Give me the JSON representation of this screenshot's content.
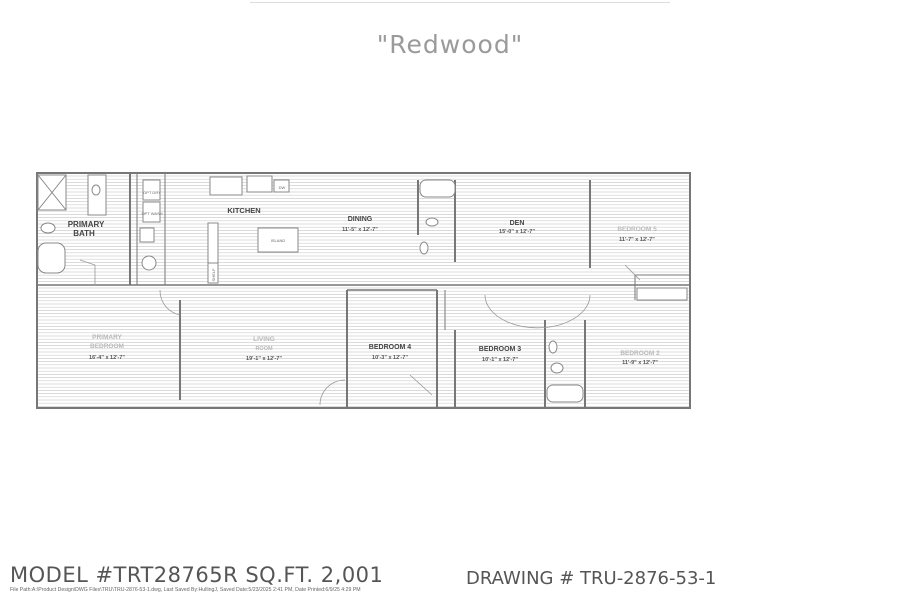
{
  "title": "\"Redwood\"",
  "model_line": "MODEL #TRT28765R  SQ.FT. 2,001",
  "file_info": "File Path:A:\\Product Design\\DWG Files\\TRU\\TRU-2876-53-1.dwg, Last Saved By:HullingJ, Saved Date:5/23/2025 2:41 PM, Date Printed:6/9/25 4:29 PM",
  "drawing_number": "DRAWING # TRU-2876-53-1",
  "rooms": {
    "primary_bath": {
      "line1": "PRIMARY",
      "line2": "BATH"
    },
    "kitchen": {
      "name": "KITCHEN"
    },
    "dining": {
      "name": "DINING",
      "dims": "11'-5\" x 12'-7\""
    },
    "den": {
      "name": "DEN",
      "dims": "15'-0\" x 12'-7\""
    },
    "bedroom5": {
      "name": "BEDROOM 5",
      "dims": "11'-7\" x 12'-7\""
    },
    "primary_bedroom": {
      "line1": "PRIMARY",
      "line2": "BEDROOM",
      "dims": "16'-4\" x 12'-7\""
    },
    "living_room": {
      "line1": "LIVING",
      "line2": "ROOM",
      "dims": "19'-1\" x 12'-7\""
    },
    "bedroom4": {
      "name": "BEDROOM 4",
      "dims": "10'-3\" x 12'-7\""
    },
    "bedroom3": {
      "name": "BEDROOM 3",
      "dims": "10'-1\" x 12'-7\""
    },
    "bedroom2": {
      "name": "BEDROOM 2",
      "dims": "11'-9\" x 12'-7\""
    }
  },
  "fixtures": {
    "opt_dry": "OPT DRY",
    "opt_wash": "OPT WASH",
    "dw": "DW",
    "island": "ISLAND",
    "shelf": "SHELF"
  }
}
